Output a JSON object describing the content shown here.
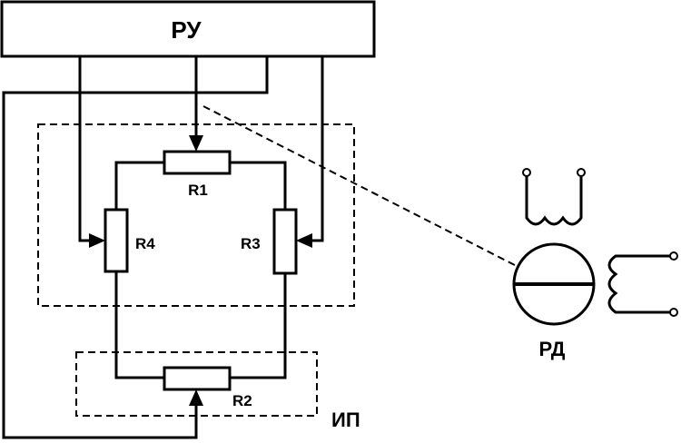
{
  "labels": {
    "controller": "РУ",
    "r1": "R1",
    "r2": "R2",
    "r3": "R3",
    "r4": "R4",
    "power_source": "ИП",
    "motor": "РД"
  }
}
